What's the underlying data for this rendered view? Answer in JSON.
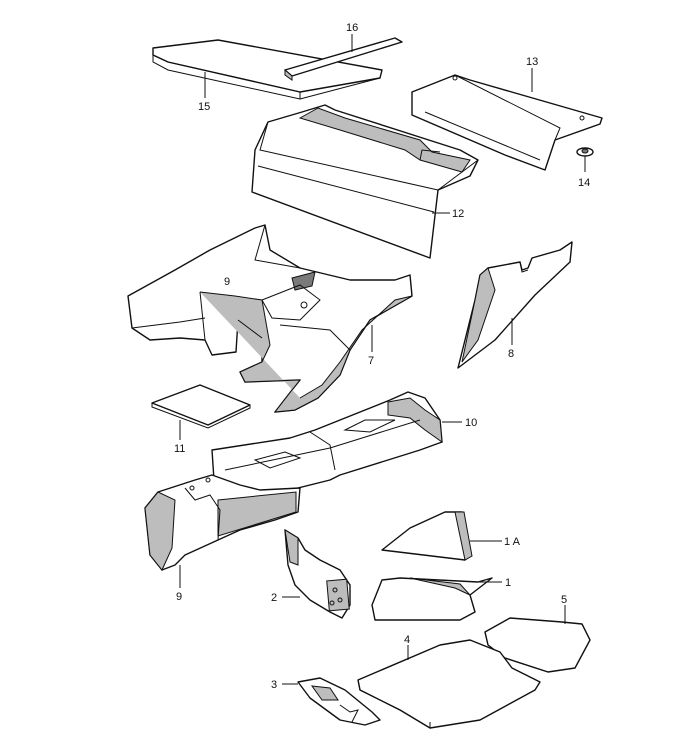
{
  "callouts": {
    "c16": "16",
    "c15": "15",
    "c13": "13",
    "c14": "14",
    "c12": "12",
    "c8": "8",
    "c7": "7",
    "c11": "11",
    "c10": "10",
    "c9": "9",
    "c1A": "1 A",
    "c1": "1",
    "c2": "2",
    "c5": "5",
    "c4": "4",
    "c3": "3"
  },
  "part_markings": {
    "floor_mark": "9"
  },
  "colors": {
    "line": "#111111",
    "shade": "#bdbdbd",
    "dark": "#7a7a7a",
    "background": "#ffffff"
  }
}
